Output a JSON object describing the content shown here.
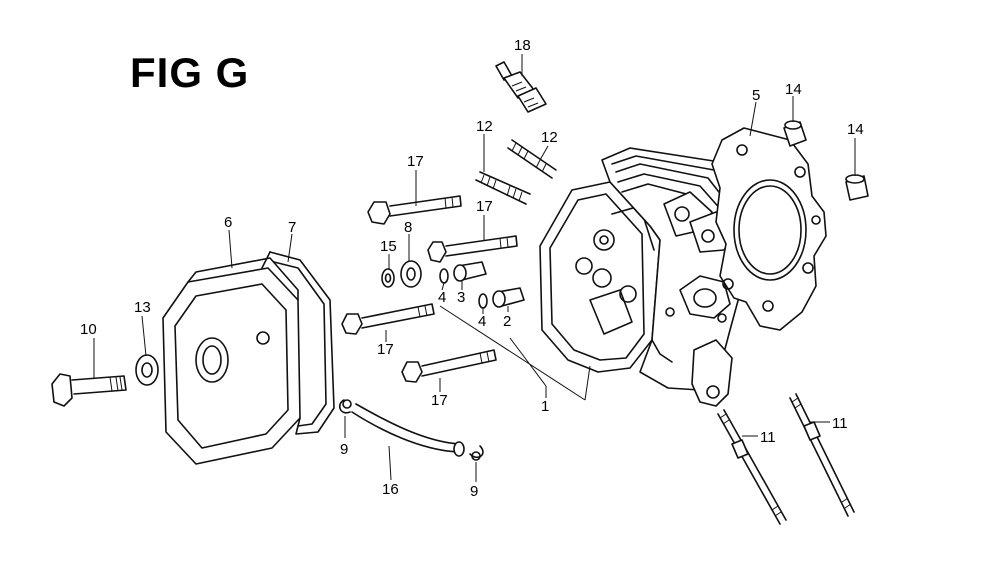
{
  "figure": {
    "title": "FIG G"
  },
  "callouts": {
    "c1": "1",
    "c2": "2",
    "c3": "3",
    "c4a": "4",
    "c4b": "4",
    "c5": "5",
    "c6": "6",
    "c7": "7",
    "c8": "8",
    "c9a": "9",
    "c9b": "9",
    "c10": "10",
    "c11a": "11",
    "c11b": "11",
    "c12a": "12",
    "c12b": "12",
    "c13": "13",
    "c14a": "14",
    "c14b": "14",
    "c15": "15",
    "c16": "16",
    "c17a": "17",
    "c17b": "17",
    "c17c": "17",
    "c17d": "17",
    "c18": "18"
  }
}
